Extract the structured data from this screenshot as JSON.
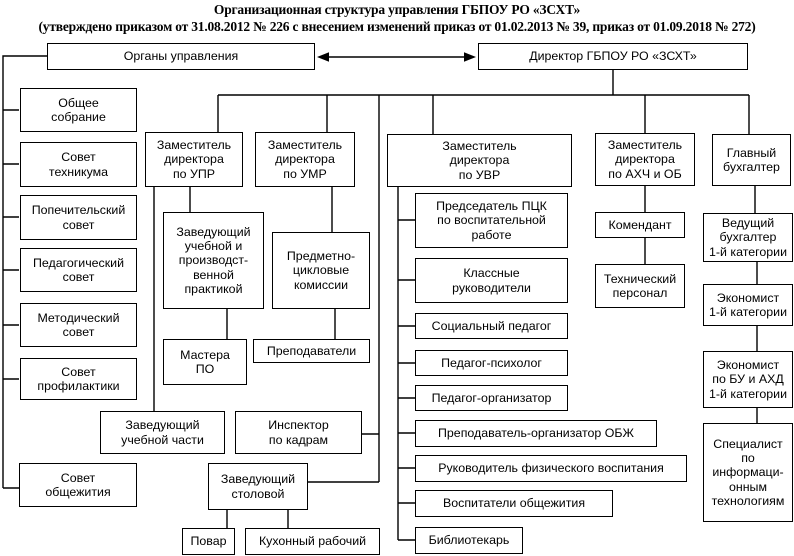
{
  "title": {
    "line1": "Организационная структура управления ГБПОУ РО «ЗСХТ»",
    "line2": "(утверждено приказом от 31.08.2012 № 226 с внесением изменений приказ от 01.02.2013 № 39, приказ от 01.09.2018 № 272)"
  },
  "nodes": {
    "organy": "Органы управления",
    "direktor": "Директор ГБПОУ РО «ЗСХТ»",
    "obshchee_sobranie": "Общее\nсобрание",
    "sovet_tehnikuma": "Совет\nтехникума",
    "popechitelskiy": "Попечительский\nсовет",
    "pedagogicheskiy": "Педагогический\nсовет",
    "metodicheskiy": "Методический\nсовет",
    "profilaktiki": "Совет\nпрофилактики",
    "obshchezhitiya": "Совет\nобщежития",
    "zam_upr": "Заместитель\nдиректора\nпо УПР",
    "zam_umr": "Заместитель\nдиректора\nпо УМР",
    "zam_uvr": "Заместитель\nдиректора\nпо УВР",
    "zam_ahch": "Заместитель\nдиректора\nпо АХЧ и ОБ",
    "glav_buh": "Главный\nбухгалтер",
    "zav_praktikoy": "Заведующий\nучебной и\nпроизводст-\nвенной\nпрактикой",
    "pck": "Предметно-\nцикловые\nкомиссии",
    "mastera_po": "Мастера\nПО",
    "prepodavateli": "Преподаватели",
    "zav_uch_chasti": "Заведующий\nучебной части",
    "inspektor": "Инспектор\nпо кадрам",
    "zav_stolovoy": "Заведующий\nстоловой",
    "povar": "Повар",
    "kuhonnyy_rabochiy": "Кухонный рабочий",
    "predsedatel_pck": "Председатель ПЦК\nпо воспитательной\nработе",
    "klassnye": "Классные\nруководители",
    "soc_pedagog": "Социальный педагог",
    "pedagog_psiholog": "Педагог-психолог",
    "pedagog_organizator": "Педагог-организатор",
    "prep_obzh": "Преподаватель-организатор ОБЖ",
    "ruk_fiz": "Руководитель физического воспитания",
    "vospitateli": "Воспитатели общежития",
    "bibliotekar": "Библиотекарь",
    "komendant": "Комендант",
    "teh_personal": "Технический\nперсонал",
    "vedushchiy_buh": "Ведущий\nбухгалтер\n1-й категории",
    "ekonomist_1": "Экономист\n1-й категории",
    "ekonomist_bu": "Экономист\nпо БУ и АХД\n1-й категории",
    "specialist_it": "Специалист\nпо\nинформаци-\nонным\nтехнологиям"
  },
  "colors": {
    "line": "#000000",
    "box_border": "#000000",
    "background": "#ffffff"
  }
}
